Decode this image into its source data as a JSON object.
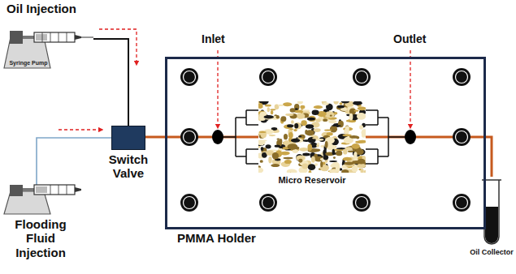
{
  "diagram": {
    "nodes": [
      {
        "text": [
          "Oil Injection",
          "Syringe Pump"
        ]
      },
      {
        "text": [
          "Flooding Fluid Injection"
        ]
      },
      {
        "text": [
          "Switch Valve"
        ]
      },
      {
        "text": [
          "PMMA Holder"
        ]
      },
      {
        "text": [
          "Micro Reservoir"
        ],
        "in": 3
      },
      {
        "text": [
          "Oil Collector"
        ]
      }
    ],
    "edges": [
      {
        "from": 0,
        "to": 2,
        "arrow": "none"
      },
      {
        "from": 1,
        "to": 2,
        "arrow": "none"
      },
      {
        "from": 2,
        "to": 4,
        "arrow": "none"
      },
      {
        "from": 4,
        "to": 5,
        "arrow": "none"
      }
    ],
    "labels": [
      "Inlet",
      "Outlet"
    ]
  }
}
